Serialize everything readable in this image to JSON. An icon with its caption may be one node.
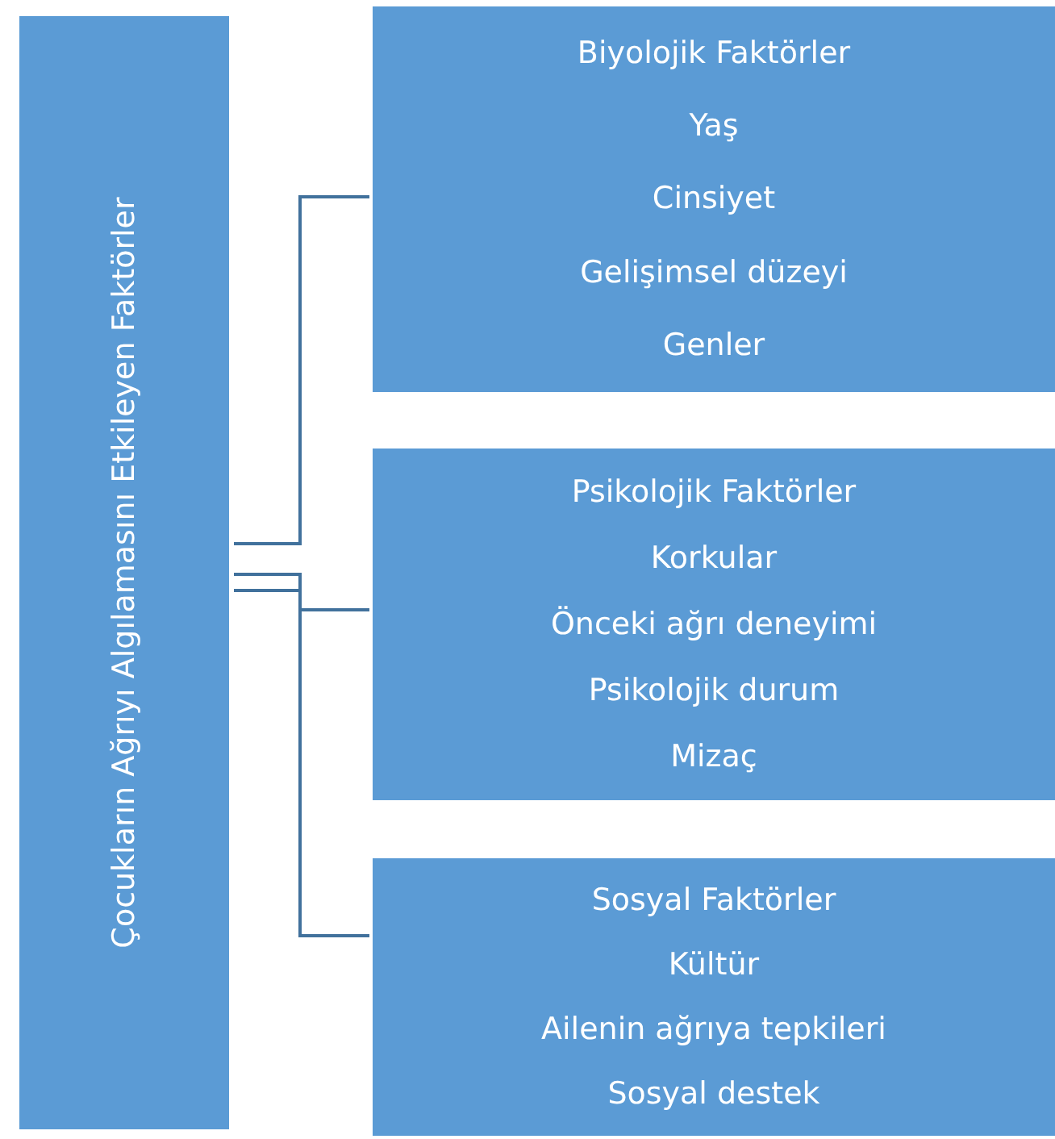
{
  "diagram": {
    "nodes": [
      {
        "text": [
          "Çocukların Ağrıyı Algılamasını Etkileyen Faktörler"
        ]
      },
      {
        "text": [
          "Biyolojik Faktörler",
          "Yaş",
          "Cinsiyet",
          "Gelişimsel düzeyi",
          "Genler"
        ]
      },
      {
        "text": [
          "Psikolojik Faktörler",
          "Korkular",
          "Önceki ağrı deneyimi",
          "Psikolojik durum",
          "Mizaç"
        ]
      },
      {
        "text": [
          "Sosyal Faktörler",
          "Kültür",
          "Ailenin ağrıya tepkileri",
          "Sosyal destek"
        ]
      }
    ],
    "edges": [
      {
        "from": 0,
        "to": 1,
        "arrow": "none"
      },
      {
        "from": 0,
        "to": 2,
        "arrow": "none"
      },
      {
        "from": 0,
        "to": 3,
        "arrow": "none"
      }
    ]
  }
}
